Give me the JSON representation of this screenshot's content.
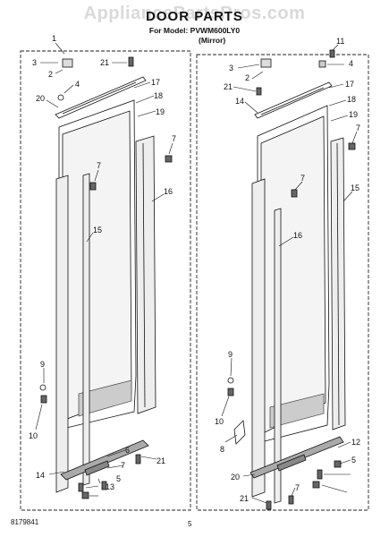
{
  "watermark": "AppliancePartsPros.com",
  "title": "DOOR PARTS",
  "model_line": "For Model: PVWM600LY0",
  "mirror_note": "(Mirror)",
  "document_number": "8179841",
  "page_number": "5",
  "left_door_labels": [
    "1",
    "3",
    "2",
    "4",
    "20",
    "21",
    "17",
    "18",
    "19",
    "7",
    "7",
    "16",
    "15",
    "9",
    "10",
    "6",
    "7",
    "5",
    "13",
    "14",
    "21"
  ],
  "right_door_labels": [
    "11",
    "3",
    "4",
    "2",
    "21",
    "14",
    "17",
    "18",
    "19",
    "7",
    "7",
    "15",
    "16",
    "9",
    "10",
    "8",
    "12",
    "5",
    "20",
    "7",
    "21"
  ]
}
